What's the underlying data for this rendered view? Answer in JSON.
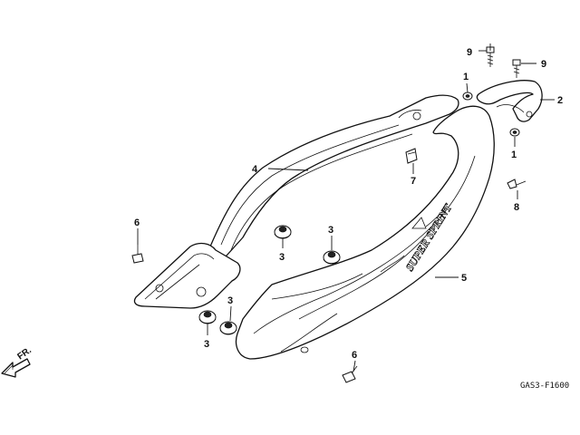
{
  "callouts": {
    "c1a": "1",
    "c1b": "1",
    "c2": "2",
    "c3a": "3",
    "c3b": "3",
    "c3c": "3",
    "c3d": "3",
    "c4": "4",
    "c5": "5",
    "c6a": "6",
    "c6b": "6",
    "c7": "7",
    "c8": "8",
    "c9a": "9",
    "c9b": "9"
  },
  "decal_text": "SUPER SPRINT",
  "direction_label": "FR.",
  "diagram_code": "GAS3-F1600"
}
